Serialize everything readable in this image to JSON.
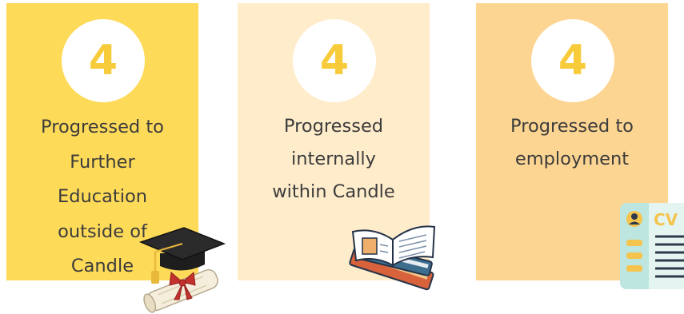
{
  "cards": [
    {
      "count": "4",
      "lines": [
        "Progressed to",
        "Further",
        "Education",
        "outside of",
        "Candle"
      ],
      "icon": "graduation-cap-diploma-icon",
      "color": "#FEDA59"
    },
    {
      "count": "4",
      "lines": [
        "Progressed",
        "internally",
        "within Candle"
      ],
      "icon": "books-icon",
      "color": "#FFECCB"
    },
    {
      "count": "4",
      "lines": [
        "Progressed to",
        "employment"
      ],
      "icon": "cv-resume-icon",
      "color": "#FDD592"
    }
  ],
  "cv_icon_text": "CV",
  "number_color": "#F7CB3A"
}
